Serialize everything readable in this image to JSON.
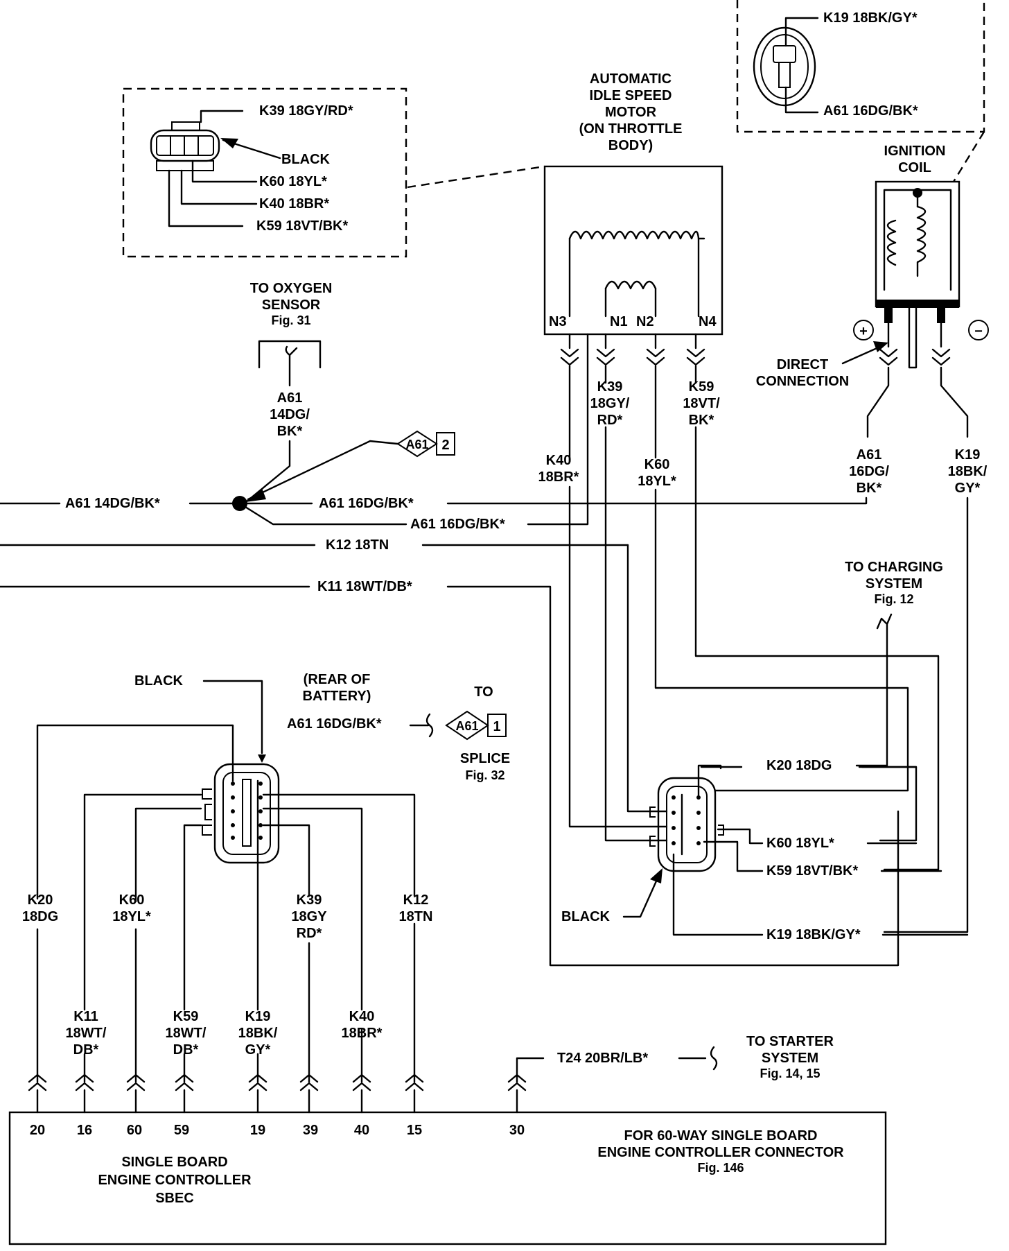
{
  "idle_motor": {
    "title": [
      "AUTOMATIC",
      "IDLE SPEED",
      "MOTOR",
      "(ON THROTTLE",
      "BODY)"
    ],
    "pins": [
      "N3",
      "N1",
      "N2",
      "N4"
    ]
  },
  "idle_connector_detail": {
    "wires": [
      "K39 18GY/RD*",
      "K60 18YL*",
      "K40 18BR*",
      "K59 18VT/BK*"
    ],
    "color": "BLACK"
  },
  "coil_connector_detail": {
    "wires": [
      "K19 18BK/GY*",
      "A61 16DG/BK*"
    ]
  },
  "ignition_coil": {
    "title": [
      "IGNITION",
      "COIL"
    ],
    "direct": [
      "DIRECT",
      "CONNECTION"
    ],
    "plus": "+",
    "minus": "−"
  },
  "oxygen": {
    "label": [
      "TO OXYGEN",
      "SENSOR",
      "Fig. 31"
    ],
    "wire": [
      "A61",
      "14DG/",
      "BK*"
    ]
  },
  "splice": {
    "badge_a": "A61",
    "badge_a_num": "2",
    "badge_b": "A61",
    "badge_b_num": "1",
    "to": "TO",
    "splice": [
      "SPLICE",
      "Fig. 32"
    ]
  },
  "harness": {
    "a61_main": "A61 14DG/BK*",
    "a61_right": "A61 16DG/BK*",
    "a61_lower": "A61 16DG/BK*",
    "k12": "K12 18TN",
    "k11": "K11 18WT/DB*"
  },
  "motor_wires": {
    "k40": [
      "K40",
      "18BR*"
    ],
    "k39": [
      "K39",
      "18GY/",
      "RD*"
    ],
    "k60": [
      "K60",
      "18YL*"
    ],
    "k59": [
      "K59",
      "18VT/",
      "BK*"
    ]
  },
  "coil_wires": {
    "a61": [
      "A61",
      "16DG/",
      "BK*"
    ],
    "k19": [
      "K19",
      "18BK/",
      "GY*"
    ]
  },
  "charging": [
    "TO CHARGING",
    "SYSTEM",
    "Fig. 12"
  ],
  "battery_conn": {
    "black": "BLACK",
    "rear": [
      "(REAR OF",
      "BATTERY)"
    ],
    "a61": "A61 16DG/BK*"
  },
  "right_conn": {
    "k20": "K20 18DG",
    "k60": "K60 18YL*",
    "k59": "K59 18VT/BK*",
    "k19": "K19 18BK/GY*",
    "black": "BLACK"
  },
  "vertical_wires": {
    "k20": [
      "K20",
      "18DG"
    ],
    "k60": [
      "K60",
      "18YL*"
    ],
    "k39": [
      "K39",
      "18GY",
      "RD*"
    ],
    "k12": [
      "K12",
      "18TN"
    ],
    "k11": [
      "K11",
      "18WT/",
      "DB*"
    ],
    "k59": [
      "K59",
      "18WT/",
      "DB*"
    ],
    "k19": [
      "K19",
      "18BK/",
      "GY*"
    ],
    "k40": [
      "K40",
      "18BR*"
    ]
  },
  "starter": {
    "wire": "T24 20BR/LB*",
    "label": [
      "TO STARTER",
      "SYSTEM",
      "Fig. 14, 15"
    ]
  },
  "controller": {
    "pins": [
      "20",
      "16",
      "60",
      "59",
      "19",
      "39",
      "40",
      "15",
      "30"
    ],
    "name": [
      "SINGLE BOARD",
      "ENGINE CONTROLLER",
      "SBEC"
    ],
    "note": [
      "FOR 60-WAY SINGLE BOARD",
      "ENGINE CONTROLLER CONNECTOR",
      "Fig. 146"
    ]
  }
}
